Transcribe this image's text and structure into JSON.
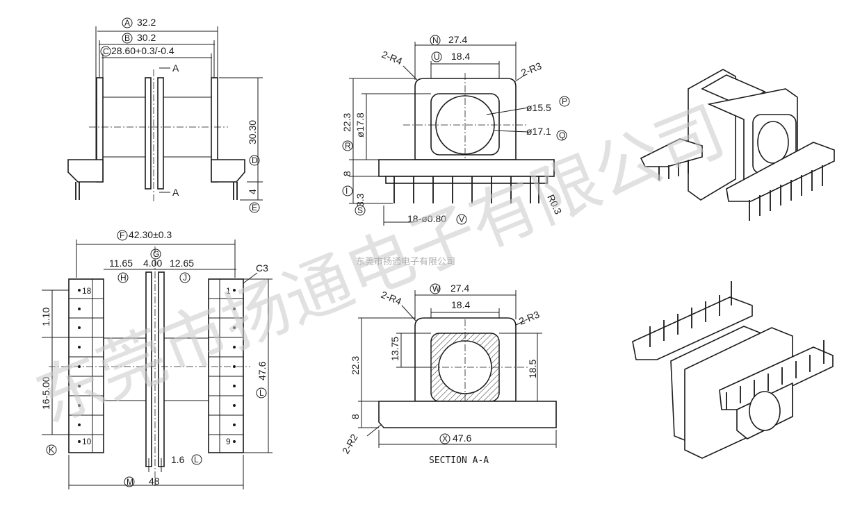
{
  "front_view": {
    "dims": [
      {
        "letter": "A",
        "value": "32.2"
      },
      {
        "letter": "B",
        "value": "30.2"
      },
      {
        "letter": "C",
        "value": "28.60+0.3/-0.4"
      },
      {
        "letter": "D",
        "value": "30.30"
      },
      {
        "letter": "E",
        "value": "4"
      }
    ],
    "section_markers": [
      "A",
      "A"
    ]
  },
  "side_view": {
    "dims": {
      "N": "27.4",
      "U": "18.4",
      "R4": "2-R4",
      "R3": "2-R3",
      "P": "ø15.5",
      "Q": "ø17.1",
      "R": "22.3",
      "O": "ø17.8",
      "H8": "8",
      "I": "",
      "S": "3.3",
      "pins": "18-ø0.80",
      "V": "",
      "R03": "R0.3"
    }
  },
  "top_view": {
    "F": "42.30±0.3",
    "G": "",
    "H": "11.65",
    "center": "4.00",
    "J": "12.65",
    "C3": "C3",
    "K": "",
    "L": "1.6",
    "M": "48",
    "pitch_label": "1.10",
    "pitch_span": "16-5.00",
    "Lh": "47.6",
    "pin_labels": [
      "18",
      "1",
      "10",
      "9"
    ]
  },
  "section_view": {
    "W": "27.4",
    "inner": "18.4",
    "R4": "2-R4",
    "R3": "2-R3",
    "h1": "13.75",
    "h2": "22.3",
    "h3": "18.5",
    "base": "8",
    "R2": "2-R2",
    "X": "47.6",
    "title": "SECTION A-A"
  },
  "watermark": {
    "big": "东莞市扬通电子有限公司",
    "small": "东莞市扬通电子有限公司"
  }
}
